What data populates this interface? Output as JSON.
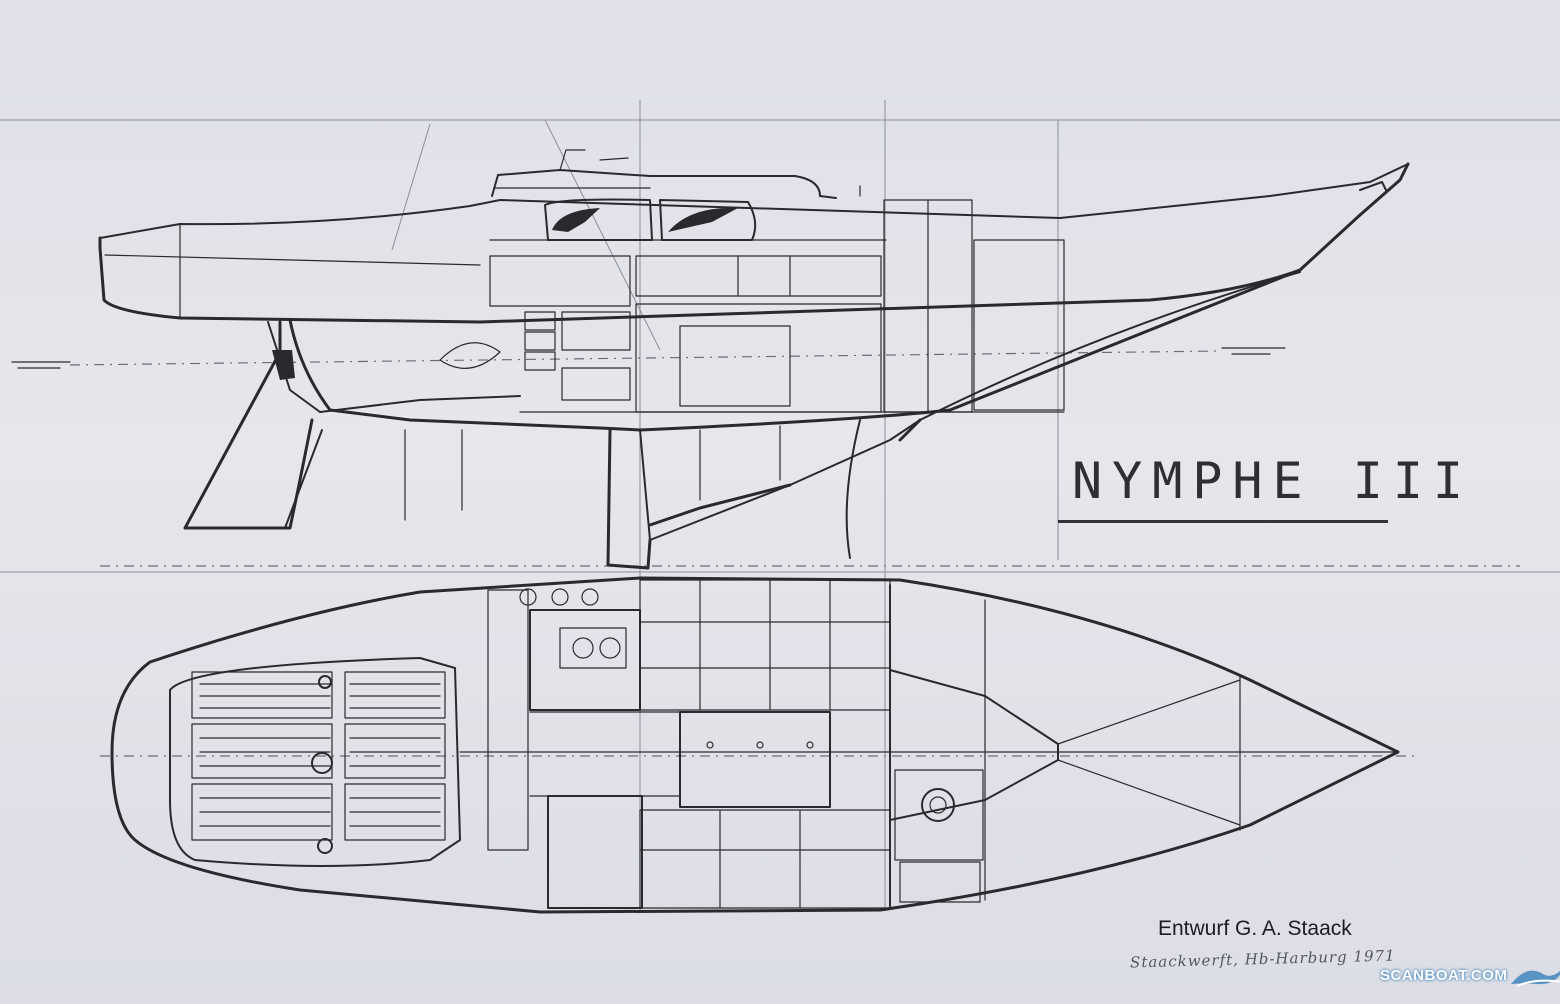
{
  "drawing": {
    "title": "NYMPHE III",
    "designer_credit": "Entwurf G. A. Staack",
    "builder_credit": "Staackwerft, Hb-Harburg  1971"
  },
  "watermark": {
    "text": "SCANBOAT.COM",
    "icon": "wave-icon",
    "color": "#4a8bbf"
  },
  "colors": {
    "paper": "#dfe0e8",
    "ink": "#2a2a2e"
  }
}
